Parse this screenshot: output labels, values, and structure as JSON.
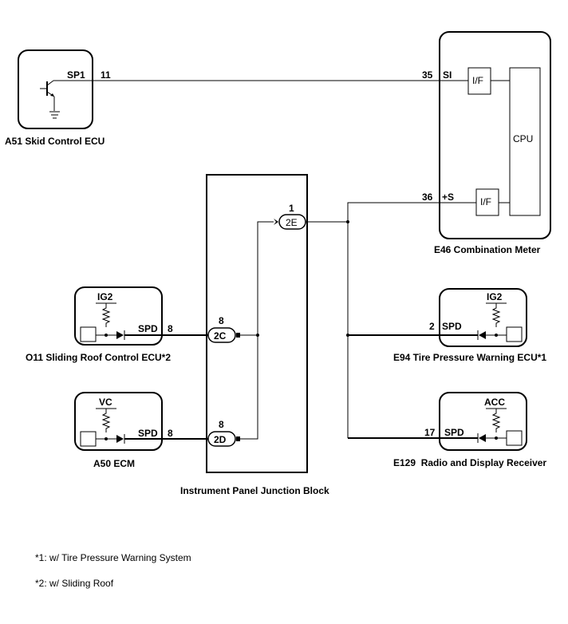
{
  "diagram": {
    "components": {
      "skid_ecu": {
        "name": "A51 Skid Control ECU",
        "terminal": "SP1",
        "pin": "11"
      },
      "combination_meter": {
        "name": "E46 Combination Meter",
        "inputs": [
          {
            "pin": "35",
            "terminal": "SI",
            "block": "I/F"
          },
          {
            "pin": "36",
            "terminal": "+S",
            "block": "I/F"
          }
        ],
        "cpu": "CPU"
      },
      "junction_block": {
        "name": "Instrument Panel Junction Block",
        "connectors": [
          {
            "id": "2E",
            "pin": "1"
          },
          {
            "id": "2C",
            "pin": "8"
          },
          {
            "id": "2D",
            "pin": "8"
          }
        ]
      },
      "sliding_roof_ecu": {
        "name": "O11 Sliding Roof Control ECU*2",
        "supply": "IG2",
        "terminal": "SPD",
        "pin": "8"
      },
      "ecm": {
        "name": "A50 ECM",
        "supply": "VC",
        "terminal": "SPD",
        "pin": "8"
      },
      "tire_pressure_ecu": {
        "name": "E94 Tire Pressure Warning ECU*1",
        "supply": "IG2",
        "terminal": "SPD",
        "pin": "2"
      },
      "radio_receiver": {
        "name": "E129  Radio and Display Receiver",
        "supply": "ACC",
        "terminal": "SPD",
        "pin": "17"
      }
    },
    "notes": [
      "*1: w/ Tire Pressure Warning System",
      "*2: w/ Sliding Roof"
    ],
    "colors": {
      "line": "#000000",
      "background": "#ffffff"
    }
  }
}
